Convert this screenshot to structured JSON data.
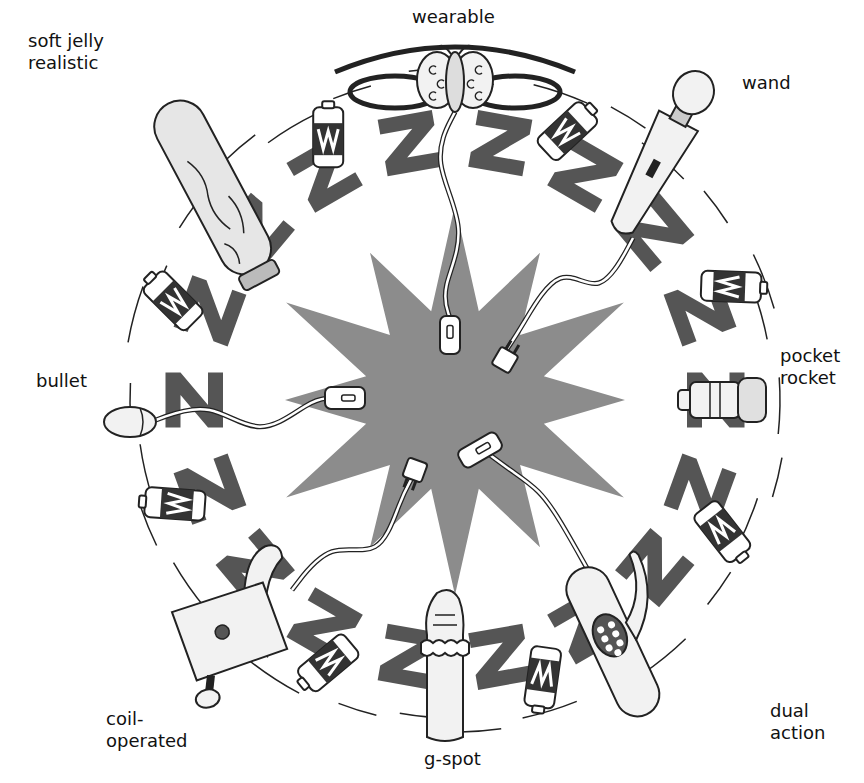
{
  "diagram": {
    "labels": [
      "wearable",
      "soft jelly realistic",
      "wand",
      "pocket rocket",
      "bullet",
      "coil-operated",
      "g-spot",
      "dual action"
    ]
  }
}
